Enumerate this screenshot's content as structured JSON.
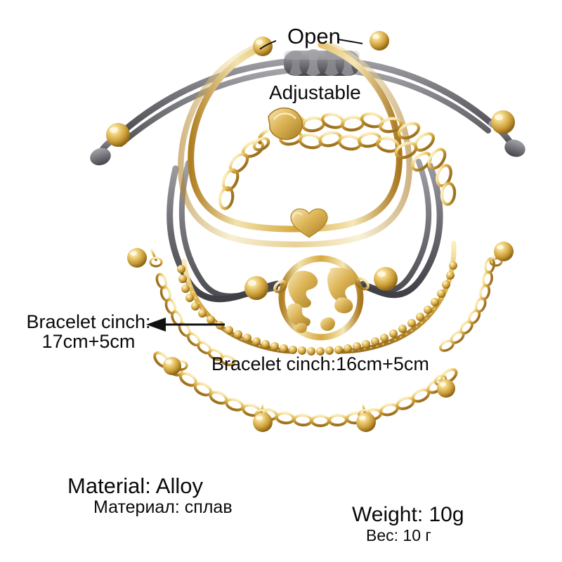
{
  "image": {
    "kind": "product-photo",
    "subject": "4-piece layered bracelet set",
    "background_color": "#ffffff",
    "annotation_text_color": "#0a0a0a"
  },
  "palette": {
    "gold_light": "#f6dfa4",
    "gold_mid": "#e0b martin",
    "gold": "#d9a93f",
    "gold_deep": "#b8862a",
    "gold_shadow": "#8c6318",
    "cord_gray_light": "#8e8e92",
    "cord_gray": "#6e6e73",
    "cord_gray_dark": "#4a4a4f",
    "knot_gray": "#7a7a80",
    "white": "#ffffff"
  },
  "annotations": [
    {
      "id": "open",
      "text": "Open",
      "refers_to": "open-cuff-bangle-terminals"
    },
    {
      "id": "adjustable",
      "text": "Adjustable",
      "refers_to": "lobster-clasp-extender-chain"
    },
    {
      "id": "cinch17",
      "text": "Bracelet cinch:\n17cm+5cm",
      "refers_to": "charm-drop-chain-bracelet",
      "has_arrow": true
    },
    {
      "id": "cinch16",
      "text": "Bracelet cinch:16cm+5cm",
      "refers_to": "gold-bead-chain-bracelet"
    }
  ],
  "specs": {
    "material_en": "Material: Alloy",
    "material_ru": "Материал: сплав",
    "weight_en": "Weight: 10g",
    "weight_ru": "Вес: 10 г"
  },
  "pieces": [
    {
      "name": "gray-cord-adjustable-bracelet",
      "description": "Gray waxed cord bracelet with macrame sliding knot and gold end beads",
      "color": "#6e6e73",
      "features": [
        "macrame-sliding-knot",
        "gold-end-bead",
        "gold-end-bead"
      ]
    },
    {
      "name": "open-cuff-bangle",
      "description": "Open gold cuff bangle with ball terminals and flat heart charm",
      "color": "#d9a93f",
      "features": [
        "ball-terminal",
        "ball-terminal",
        "heart-charm"
      ]
    },
    {
      "name": "gold-bead-chain-bracelet",
      "description": "Gold ball-bead chain with openwork world map round charm, lobster clasp and extender",
      "color": "#d9a93f",
      "features": [
        "world-map-charm",
        "lobster-clasp",
        "extender-chain"
      ]
    },
    {
      "name": "charm-drop-chain-bracelet",
      "description": "Gold oval cable chain with hanging gold ball drop charms",
      "color": "#d9a93f",
      "features": [
        "ball-drop-charm",
        "ball-drop-charm",
        "ball-drop-charm",
        "ball-drop-charm",
        "ball-drop-charm"
      ]
    }
  ]
}
